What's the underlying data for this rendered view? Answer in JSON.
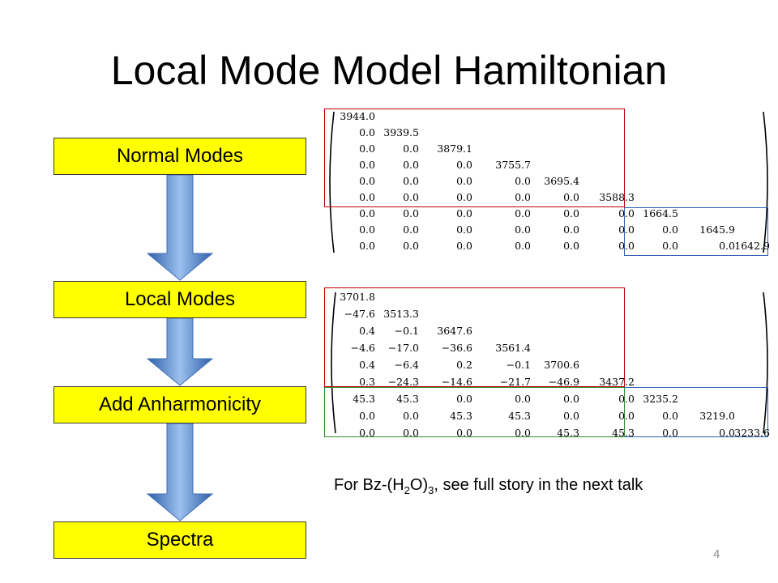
{
  "slide": {
    "title": "Local Mode Model Hamiltonian",
    "page_number": "4"
  },
  "flow": {
    "steps": [
      "Normal Modes",
      "Local Modes",
      "Add Anharmonicity",
      "Spectra"
    ],
    "colors": {
      "box_fill": "#ffff00",
      "arrow": "#4f81bd"
    }
  },
  "matrices": [
    {
      "rows": [
        [
          "3944.0"
        ],
        [
          "0.0",
          "3939.5"
        ],
        [
          "0.0",
          "0.0",
          "3879.1"
        ],
        [
          "0.0",
          "0.0",
          "0.0",
          "3755.7"
        ],
        [
          "0.0",
          "0.0",
          "0.0",
          "0.0",
          "3695.4"
        ],
        [
          "0.0",
          "0.0",
          "0.0",
          "0.0",
          "0.0",
          "3588.3"
        ],
        [
          "0.0",
          "0.0",
          "0.0",
          "0.0",
          "0.0",
          "0.0",
          "1664.5"
        ],
        [
          "0.0",
          "0.0",
          "0.0",
          "0.0",
          "0.0",
          "0.0",
          "0.0",
          "1645.9"
        ],
        [
          "0.0",
          "0.0",
          "0.0",
          "0.0",
          "0.0",
          "0.0",
          "0.0",
          "0.0",
          "1642.9"
        ]
      ],
      "highlights": [
        "#c00000",
        "#2e5fb0"
      ]
    },
    {
      "rows": [
        [
          "3701.8"
        ],
        [
          "−47.6",
          "3513.3"
        ],
        [
          "0.4",
          "−0.1",
          "3647.6"
        ],
        [
          "−4.6",
          "−17.0",
          "−36.6",
          "3561.4"
        ],
        [
          "0.4",
          "−6.4",
          "0.2",
          "−0.1",
          "3700.6"
        ],
        [
          "0.3",
          "−24.3",
          "−14.6",
          "−21.7",
          "−46.9",
          "3437.2"
        ],
        [
          "45.3",
          "45.3",
          "0.0",
          "0.0",
          "0.0",
          "0.0",
          "3235.2"
        ],
        [
          "0.0",
          "0.0",
          "45.3",
          "45.3",
          "0.0",
          "0.0",
          "0.0",
          "3219.0"
        ],
        [
          "0.0",
          "0.0",
          "0.0",
          "0.0",
          "45.3",
          "45.3",
          "0.0",
          "0.0",
          "3233.6"
        ]
      ],
      "highlights": [
        "#c00000",
        "#2e5fb0",
        "#2e8b2e"
      ]
    }
  ],
  "note": {
    "prefix": "For Bz-(H",
    "sub1": "2",
    "mid": "O)",
    "sub2": "3",
    "suffix": ", see full story in the next talk"
  }
}
